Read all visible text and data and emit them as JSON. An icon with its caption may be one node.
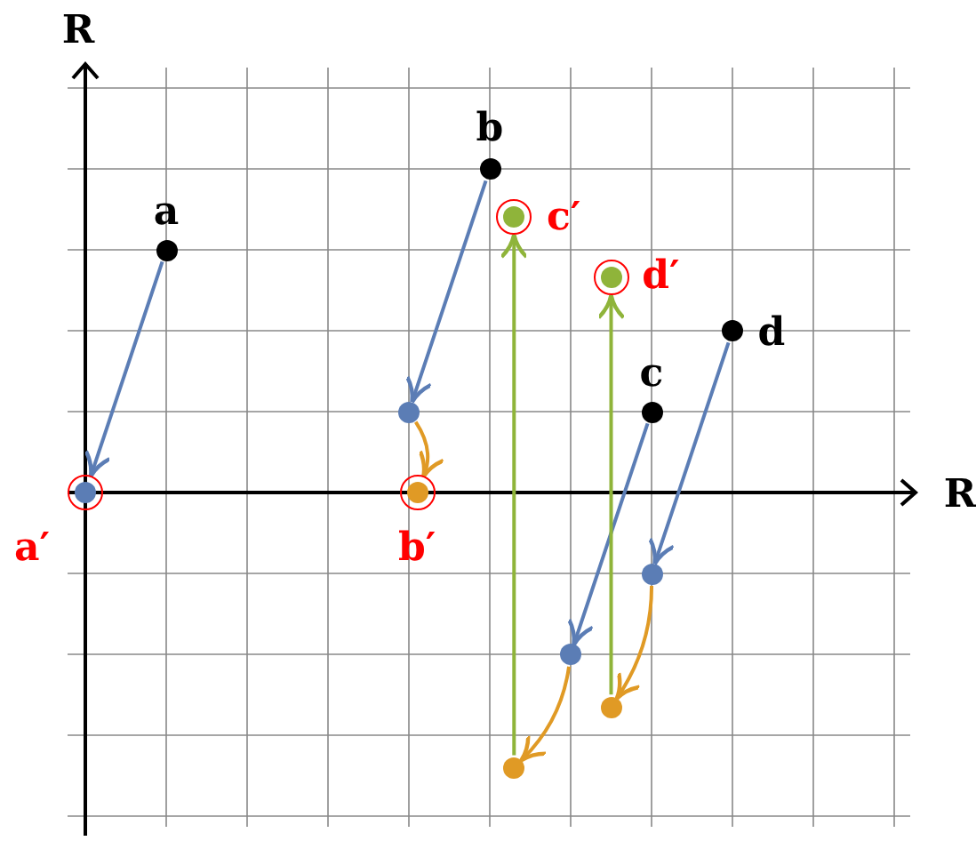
{
  "diagram": {
    "nodes": [
      {
        "text": [
          "a"
        ]
      },
      {
        "text": [
          "b"
        ]
      },
      {
        "text": [
          "c"
        ]
      },
      {
        "text": [
          "d"
        ]
      },
      {
        "text": [
          "a′"
        ]
      },
      {
        "text": [],
        "shape": "circle"
      },
      {
        "text": [],
        "shape": "circle"
      },
      {
        "text": [],
        "shape": "circle"
      },
      {
        "text": [
          "b′"
        ]
      },
      {
        "text": [],
        "shape": "circle"
      },
      {
        "text": [],
        "shape": "circle"
      },
      {
        "text": [
          "c′"
        ]
      },
      {
        "text": [
          "d′"
        ]
      }
    ],
    "edges": [
      {
        "from": 0,
        "to": 4,
        "arrow": "to"
      },
      {
        "from": 1,
        "to": 5,
        "arrow": "to"
      },
      {
        "from": 2,
        "to": 6,
        "arrow": "to"
      },
      {
        "from": 3,
        "to": 7,
        "arrow": "to"
      },
      {
        "from": 5,
        "to": 8,
        "arrow": "to",
        "color": "#e09a25"
      },
      {
        "from": 6,
        "to": 9,
        "arrow": "to",
        "color": "#e09a25"
      },
      {
        "from": 7,
        "to": 10,
        "arrow": "to",
        "color": "#e09a25"
      },
      {
        "from": 9,
        "to": 11,
        "arrow": "to",
        "color": "#8fb43a"
      },
      {
        "from": 10,
        "to": 12,
        "arrow": "to",
        "color": "#8fb43a"
      }
    ],
    "labels": [
      "R",
      "R"
    ]
  }
}
